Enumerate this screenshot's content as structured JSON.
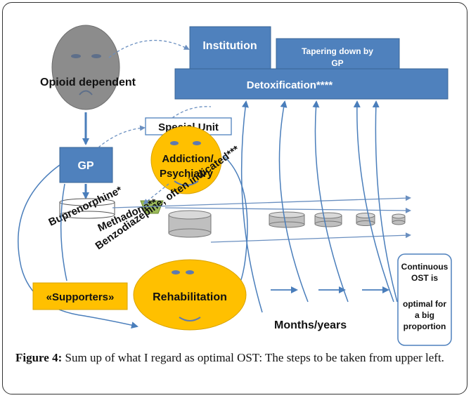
{
  "diagram": {
    "opioid_label": "Opioid dependent",
    "institution": "Institution",
    "tapering": "Tapering down by GP",
    "detox": "Detoxification****",
    "special_unit": "Special Unit",
    "addiction": "Addiction/ Psychiatry",
    "gp": "GP",
    "buprenorphine": "Buprenorphine*",
    "methadone": "Methadone**",
    "benzodiazepine": "Benzodiazepine, often indicated***",
    "supporters": "«Supporters»",
    "rehabilitation": "Rehabilitation",
    "months": "Months/years",
    "continuous": "Continuous OST is optimal for a big proportion",
    "colors": {
      "blue_box": "#4f81bd",
      "orange": "#ffc000",
      "grey_face": "#8c8c8c",
      "arrow": "#4a7ebb"
    }
  },
  "caption": {
    "label": "Figure 4:",
    "text": " Sum up of what I regard as optimal OST: The steps to be taken from upper left."
  }
}
